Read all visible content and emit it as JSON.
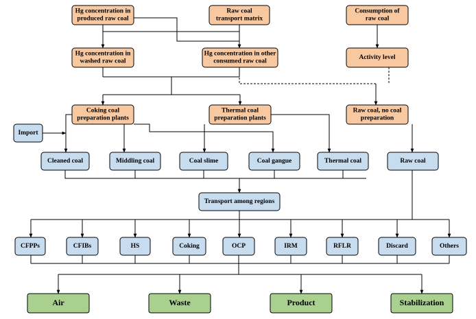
{
  "colors": {
    "orange": "#f8c8a0",
    "blue": "#c8dcf0",
    "green": "#a9d08e",
    "border": "#000000"
  },
  "nodes": {
    "hg_produced": {
      "lines": [
        "Hg concentration in",
        "produced raw coal"
      ],
      "style": "orange"
    },
    "raw_transport": {
      "lines": [
        "Raw coal",
        "transport matrix"
      ],
      "style": "orange"
    },
    "consumption": {
      "lines": [
        "Consumption of",
        "raw coal"
      ],
      "style": "orange"
    },
    "hg_washed": {
      "lines": [
        "Hg concentration in",
        "washed raw coal"
      ],
      "style": "orange"
    },
    "hg_other": {
      "lines": [
        "Hg concentration in other",
        "consumed raw coal"
      ],
      "style": "orange"
    },
    "activity": {
      "lines": [
        "Activity level"
      ],
      "style": "orange"
    },
    "coking_plants": {
      "lines": [
        "Coking coal",
        "preparation plants"
      ],
      "style": "orange"
    },
    "thermal_plants": {
      "lines": [
        "Thermal coal",
        "preparation plants"
      ],
      "style": "orange"
    },
    "raw_no_prep": {
      "lines": [
        "Raw coal, no coal",
        "preparation"
      ],
      "style": "orange"
    },
    "import": {
      "lines": [
        "Import"
      ],
      "style": "blue"
    },
    "cleaned": {
      "lines": [
        "Cleaned coal"
      ],
      "style": "blue"
    },
    "middling": {
      "lines": [
        "Middling coal"
      ],
      "style": "blue"
    },
    "slime": {
      "lines": [
        "Coal slime"
      ],
      "style": "blue"
    },
    "gangue": {
      "lines": [
        "Coal gangue"
      ],
      "style": "blue"
    },
    "thermal_coal": {
      "lines": [
        "Thermal coal"
      ],
      "style": "blue"
    },
    "raw_coal": {
      "lines": [
        "Raw coal"
      ],
      "style": "blue"
    },
    "transport_regions": {
      "lines": [
        "Transport among regions"
      ],
      "style": "blue"
    },
    "cfpps": {
      "lines": [
        "CFPPs"
      ],
      "style": "blue"
    },
    "cfibs": {
      "lines": [
        "CFIBs"
      ],
      "style": "blue"
    },
    "hs": {
      "lines": [
        "HS"
      ],
      "style": "blue"
    },
    "coking": {
      "lines": [
        "Coking"
      ],
      "style": "blue"
    },
    "ocp": {
      "lines": [
        "OCP"
      ],
      "style": "blue"
    },
    "irm": {
      "lines": [
        "IRM"
      ],
      "style": "blue"
    },
    "rflr": {
      "lines": [
        "RFLR"
      ],
      "style": "blue"
    },
    "discard": {
      "lines": [
        "Discard"
      ],
      "style": "blue"
    },
    "others": {
      "lines": [
        "Others"
      ],
      "style": "blue"
    },
    "air": {
      "lines": [
        "Air"
      ],
      "style": "green"
    },
    "waste": {
      "lines": [
        "Waste"
      ],
      "style": "green"
    },
    "product": {
      "lines": [
        "Product"
      ],
      "style": "green"
    },
    "stabilization": {
      "lines": [
        "Stabilization"
      ],
      "style": "green"
    }
  }
}
